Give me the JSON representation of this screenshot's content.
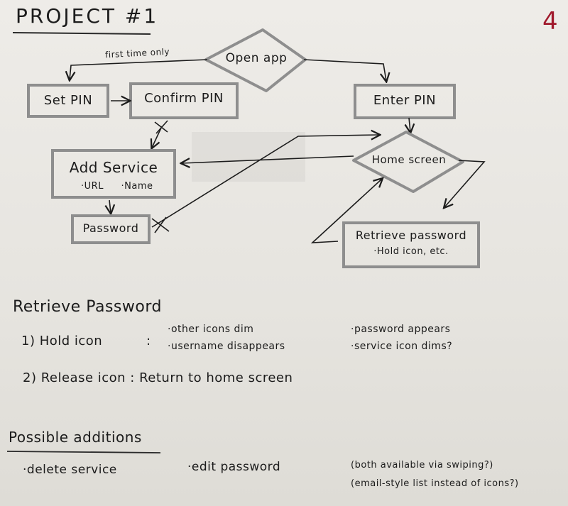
{
  "title": "PROJECT #1",
  "page_number": "4",
  "flow": {
    "open_app": "Open app",
    "first_time_only": "first time only",
    "set_pin": "Set PIN",
    "confirm_pin": "Confirm PIN",
    "enter_pin": "Enter PIN",
    "home_screen": "Home screen",
    "add_service": "Add Service",
    "add_service_fields": [
      "·URL",
      "·Name"
    ],
    "password": "Password",
    "retrieve_password": "Retrieve password",
    "retrieve_password_note": "·Hold icon, etc."
  },
  "retrieve_section": {
    "heading": "Retrieve Password",
    "step1_label": "1) Hold icon",
    "step1_colon": ":",
    "step1_effects_left": [
      "·other icons dim",
      "·username disappears"
    ],
    "step1_effects_right": [
      "·password appears",
      "·service icon dims?"
    ],
    "step2": "2) Release icon : Return to home screen"
  },
  "additions": {
    "heading": "Possible additions",
    "items": [
      "·delete service",
      "·edit password"
    ],
    "notes": [
      "(both available via swiping?)",
      "(email-style list instead of icons?)"
    ]
  }
}
